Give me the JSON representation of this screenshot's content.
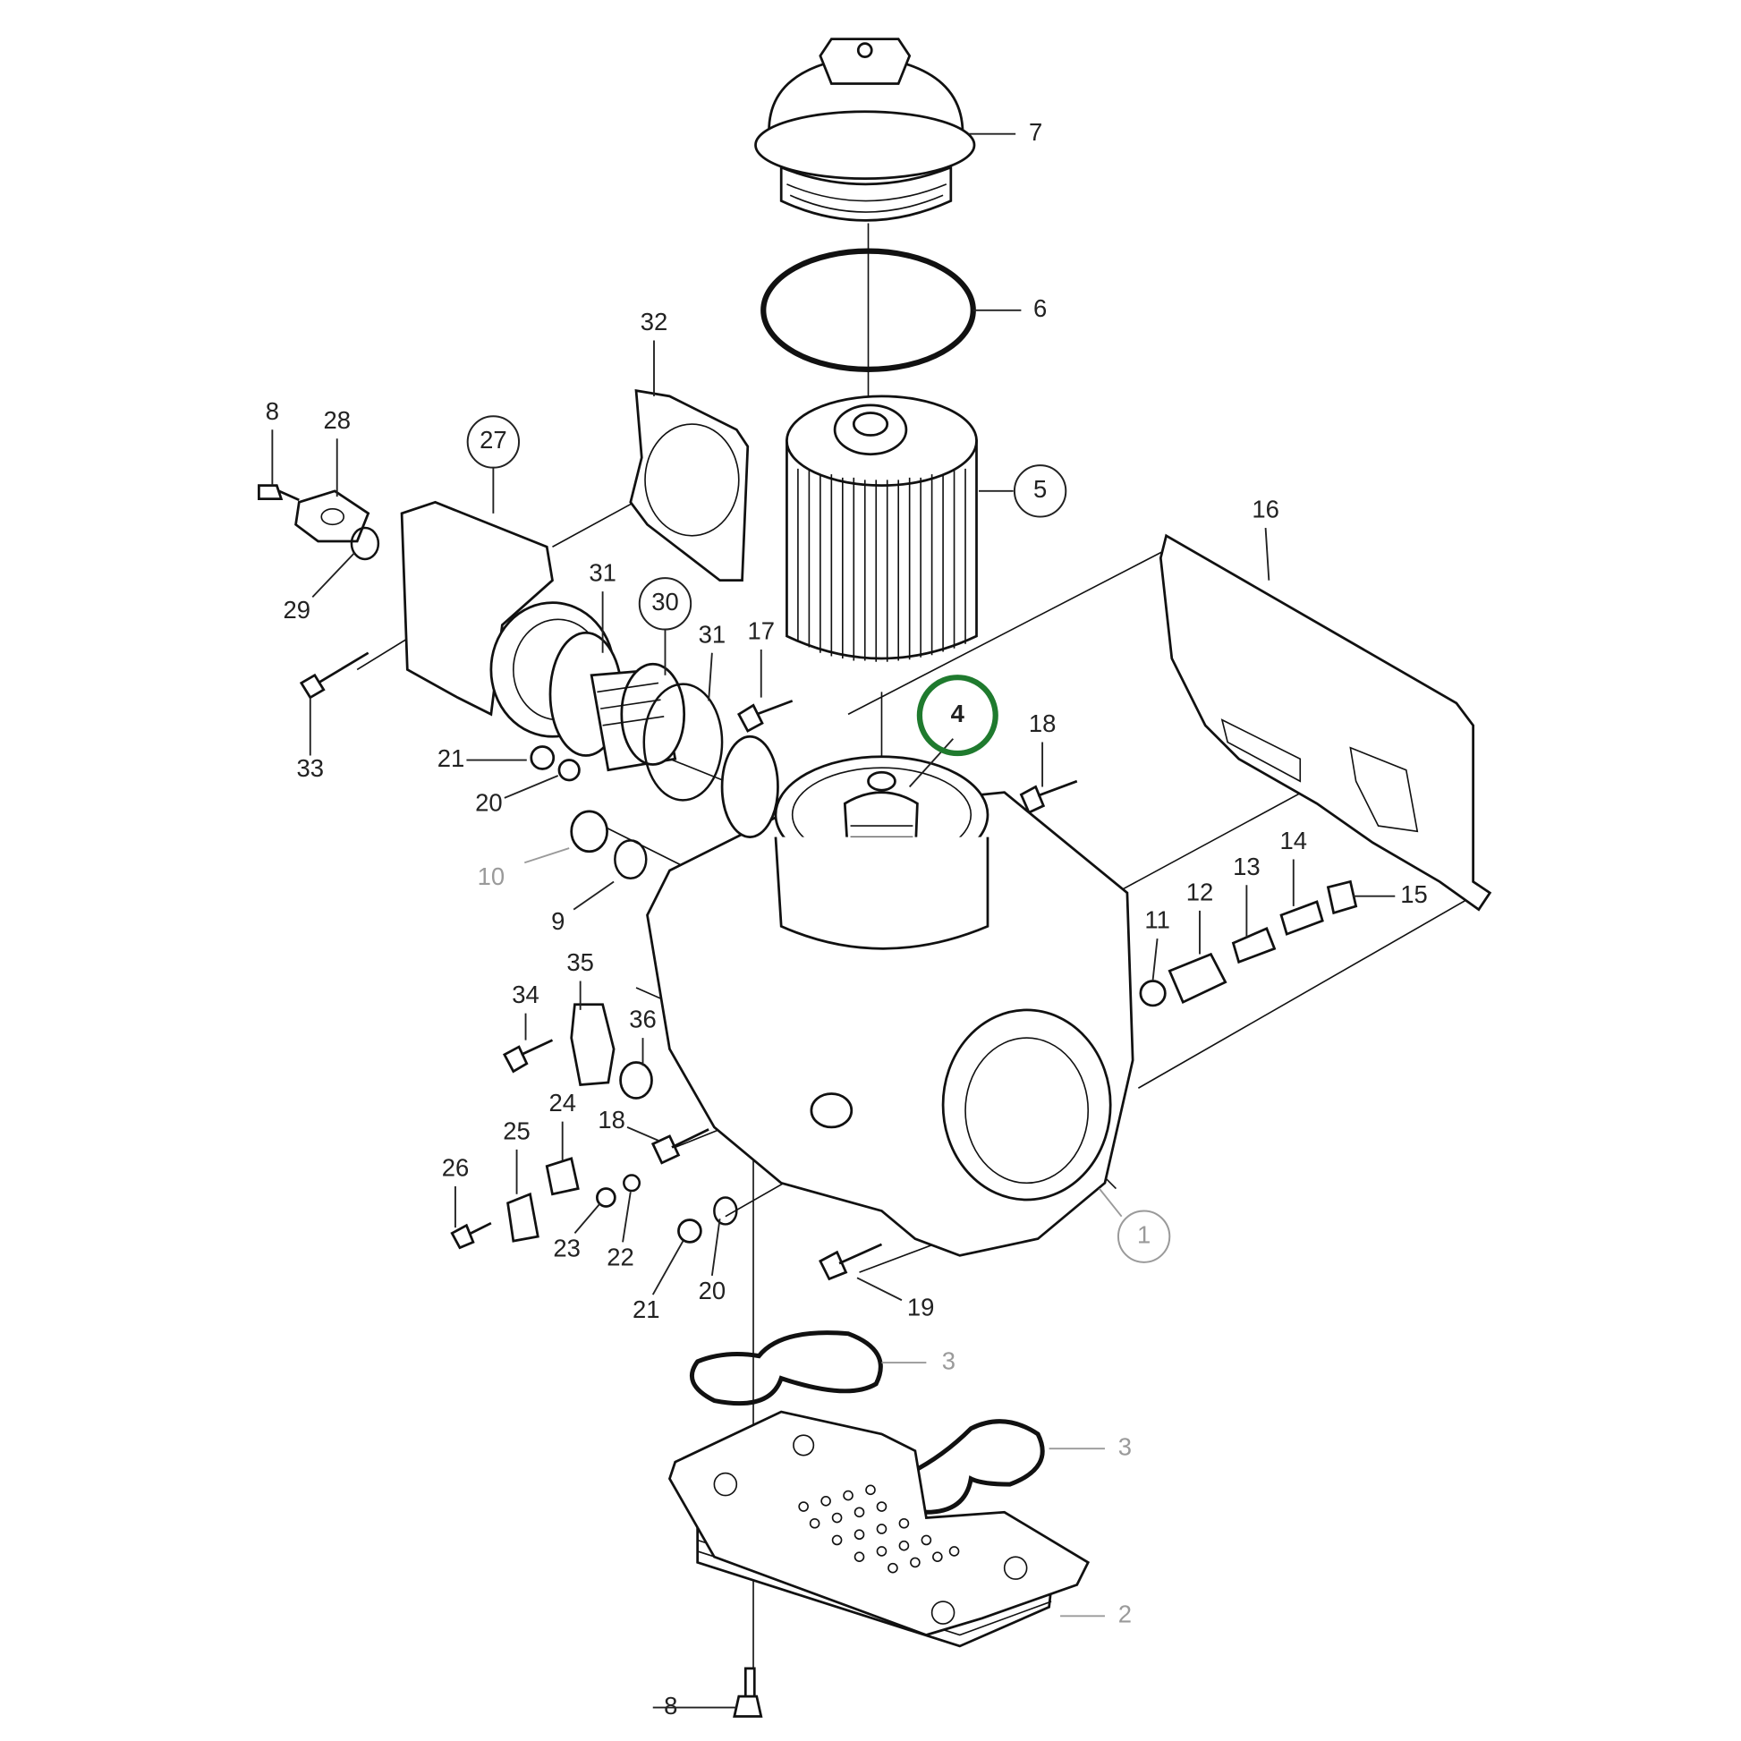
{
  "diagram": {
    "title": "Oil filter housing / oil cooler exploded parts diagram",
    "highlight_color": "#1f7a2e",
    "label_color": "#222222",
    "muted_label_color": "#9a9a9a"
  },
  "labels": {
    "p7": "7",
    "p6": "6",
    "p5": "5",
    "p32": "32",
    "p8a": "8",
    "p28": "28",
    "p27": "27",
    "p16": "16",
    "p29": "29",
    "p31a": "31",
    "p30": "30",
    "p31b": "31",
    "p17": "17",
    "p4": "4",
    "p18a": "18",
    "p33": "33",
    "p21a": "21",
    "p20a": "20",
    "p10": "10",
    "p9": "9",
    "p11": "11",
    "p12": "12",
    "p13": "13",
    "p14": "14",
    "p15": "15",
    "p35": "35",
    "p34": "34",
    "p36": "36",
    "p24": "24",
    "p18b": "18",
    "p25": "25",
    "p26": "26",
    "p23": "23",
    "p22": "22",
    "p21b": "21",
    "p20b": "20",
    "p19": "19",
    "p1": "1",
    "p3a": "3",
    "p3b": "3",
    "p2": "2",
    "p8b": "8"
  }
}
